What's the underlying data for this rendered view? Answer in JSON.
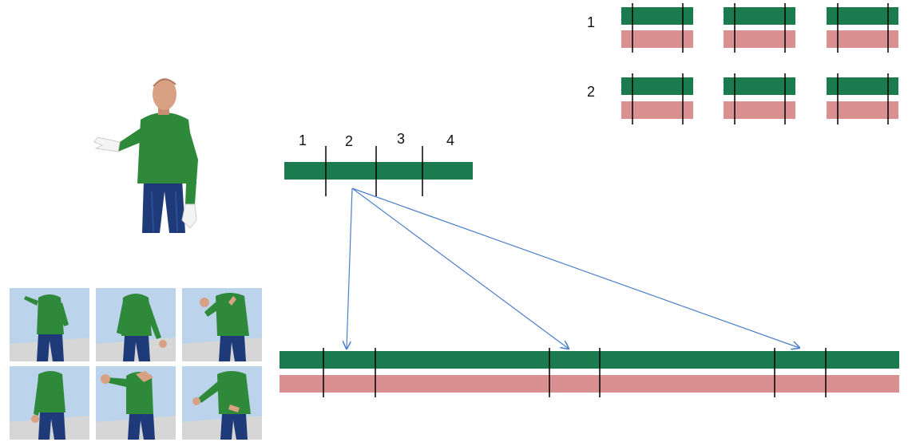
{
  "segment_labels": [
    "1",
    "2",
    "3",
    "4"
  ],
  "row_labels": [
    "1",
    "2"
  ],
  "colors": {
    "green": "#1c7a4f",
    "pink": "#d99090",
    "arrow": "#4a7fc8",
    "divider": "#000000",
    "figure_shirt": "#2e8a3a",
    "figure_jeans": "#1f3a78",
    "skin": "#d9a184",
    "thumb_bg": "#bcd3ec"
  },
  "icons": {
    "main_figure": "gesturing-avatar-icon",
    "thumbnails": "gesture-pose-thumbnail-icon"
  },
  "thumbnail_grid": {
    "rows": 2,
    "cols": 3
  }
}
